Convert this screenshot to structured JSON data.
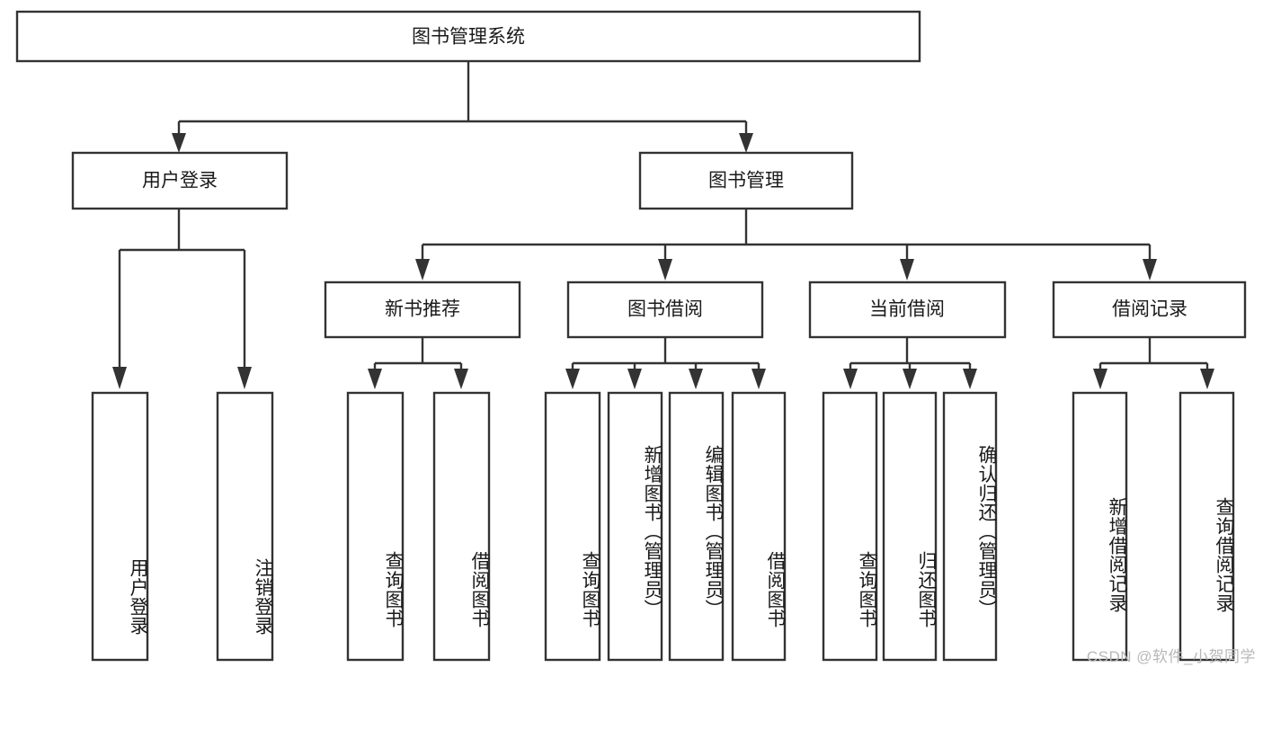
{
  "diagram": {
    "title": "图书管理系统",
    "type": "tree",
    "root": {
      "id": "root",
      "label": "图书管理系统",
      "orientation": "horizontal"
    },
    "level1": [
      {
        "id": "user-login",
        "label": "用户登录",
        "orientation": "horizontal"
      },
      {
        "id": "book-manage",
        "label": "图书管理",
        "orientation": "horizontal"
      }
    ],
    "level2": [
      {
        "id": "new-book-recommend",
        "label": "新书推荐",
        "parent": "book-manage",
        "orientation": "horizontal"
      },
      {
        "id": "book-borrow",
        "label": "图书借阅",
        "parent": "book-manage",
        "orientation": "horizontal"
      },
      {
        "id": "current-borrow",
        "label": "当前借阅",
        "parent": "book-manage",
        "orientation": "horizontal"
      },
      {
        "id": "borrow-record",
        "label": "借阅记录",
        "parent": "book-manage",
        "orientation": "horizontal"
      }
    ],
    "leaves": [
      {
        "id": "leaf-user-login",
        "label": "用户登录",
        "parent": "user-login",
        "orientation": "vertical"
      },
      {
        "id": "leaf-logout-login",
        "label": "注销登录",
        "parent": "user-login",
        "orientation": "vertical"
      },
      {
        "id": "leaf-query-book-rec",
        "label": "查询图书",
        "parent": "new-book-recommend",
        "orientation": "vertical"
      },
      {
        "id": "leaf-borrow-book-rec",
        "label": "借阅图书",
        "parent": "new-book-recommend",
        "orientation": "vertical"
      },
      {
        "id": "leaf-query-book-borrow",
        "label": "查询图书",
        "parent": "book-borrow",
        "orientation": "vertical"
      },
      {
        "id": "leaf-add-book-admin",
        "label": "新增图书（管理员）",
        "parent": "book-borrow",
        "orientation": "vertical"
      },
      {
        "id": "leaf-edit-book-admin",
        "label": "编辑图书（管理员）",
        "parent": "book-borrow",
        "orientation": "vertical"
      },
      {
        "id": "leaf-borrow-book",
        "label": "借阅图书",
        "parent": "book-borrow",
        "orientation": "vertical"
      },
      {
        "id": "leaf-query-book-current",
        "label": "查询图书",
        "parent": "current-borrow",
        "orientation": "vertical"
      },
      {
        "id": "leaf-return-book",
        "label": "归还图书",
        "parent": "current-borrow",
        "orientation": "vertical"
      },
      {
        "id": "leaf-confirm-return-admin",
        "label": "确认归还（管理员）",
        "parent": "current-borrow",
        "orientation": "vertical"
      },
      {
        "id": "leaf-add-borrow-record",
        "label": "新增借阅记录",
        "parent": "borrow-record",
        "orientation": "vertical"
      },
      {
        "id": "leaf-query-borrow-record",
        "label": "查询借阅记录",
        "parent": "borrow-record",
        "orientation": "vertical"
      }
    ],
    "colors": {
      "stroke": "#333333",
      "fill": "#ffffff",
      "text": "#1a1a1a",
      "watermark": "#b8b8b8",
      "background": "#ffffff"
    }
  },
  "watermark": {
    "text": "CSDN @软件_小贺同学"
  }
}
